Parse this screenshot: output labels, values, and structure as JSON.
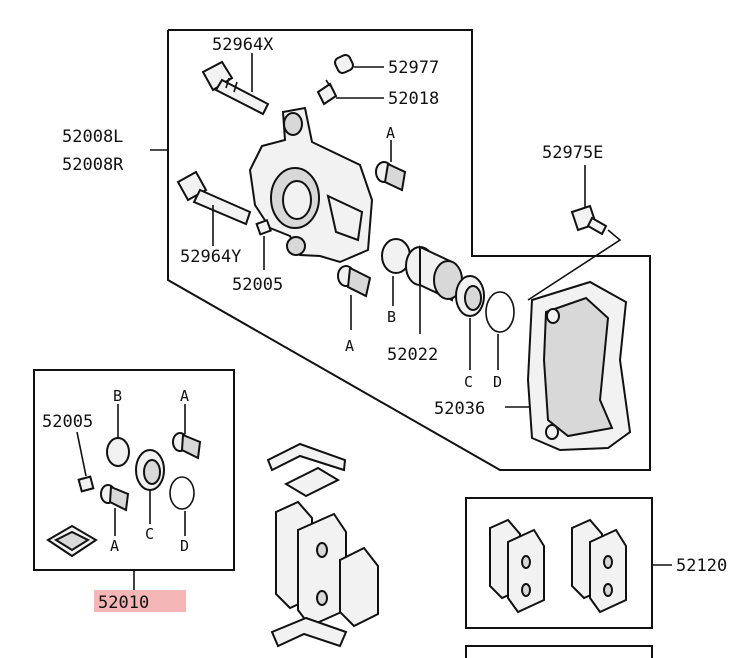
{
  "labels": {
    "p52964X": "52964X",
    "p52977": "52977",
    "p52018": "52018",
    "p52008L": "52008L",
    "p52008R": "52008R",
    "p52975E": "52975E",
    "p52964Y": "52964Y",
    "p52005_top": "52005",
    "p52022": "52022",
    "p52036": "52036",
    "p52005_kit": "52005",
    "p52010": "52010",
    "p52120": "52120",
    "A1": "A",
    "A2": "A",
    "B1": "B",
    "C1": "C",
    "D1": "D",
    "A3": "A",
    "B2": "B",
    "C2": "C",
    "D2": "D",
    "A4": "A"
  },
  "colors": {
    "highlight": "#f4b6b6",
    "line": "#111111"
  }
}
